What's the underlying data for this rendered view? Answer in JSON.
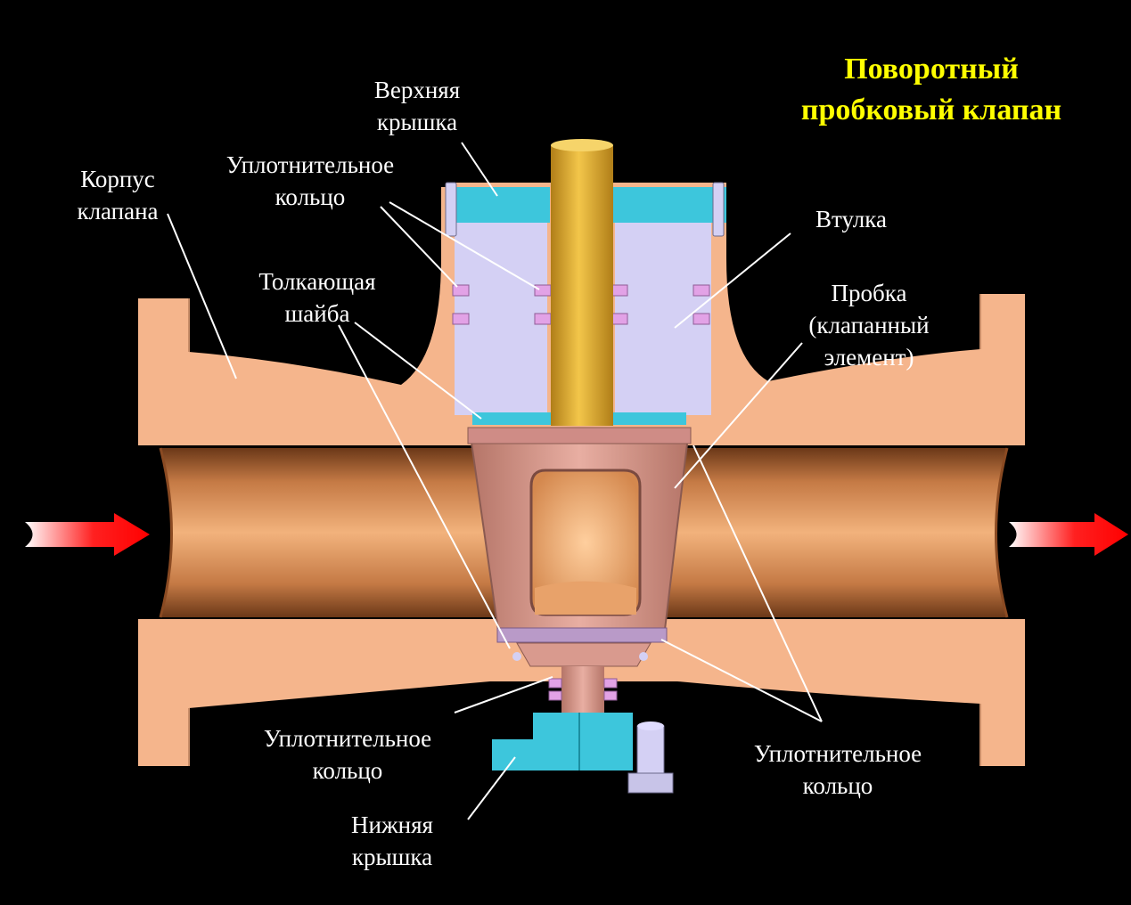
{
  "title": {
    "line1": "Поворотный",
    "line2": "пробковый клапан"
  },
  "labels": {
    "upper_cover": {
      "line1": "Верхняя",
      "line2": "крышка"
    },
    "seal_ring_top": {
      "line1": "Уплотнительное",
      "line2": "кольцо"
    },
    "valve_body": {
      "line1": "Корпус",
      "line2": "клапана"
    },
    "bushing": {
      "line1": "Втулка"
    },
    "push_washer": {
      "line1": "Толкающая",
      "line2": "шайба"
    },
    "plug": {
      "line1": "Пробка",
      "line2": "(клапанный",
      "line3": "элемент)"
    },
    "seal_ring_bottom_left": {
      "line1": "Уплотнительное",
      "line2": "кольцо"
    },
    "seal_ring_bottom_right": {
      "line1": "Уплотнительное",
      "line2": "кольцо"
    },
    "lower_cover": {
      "line1": "Нижняя",
      "line2": "крышка"
    }
  },
  "colors": {
    "background": "#000000",
    "body": "#f5b58c",
    "cover": "#3dc6dc",
    "bushing": "#d4d0f4",
    "stem": "#e3b33a",
    "plug": "#d99a8e",
    "seal": "#e2a2e6",
    "title": "#ffff00",
    "arrow": "#ff1a1a"
  }
}
